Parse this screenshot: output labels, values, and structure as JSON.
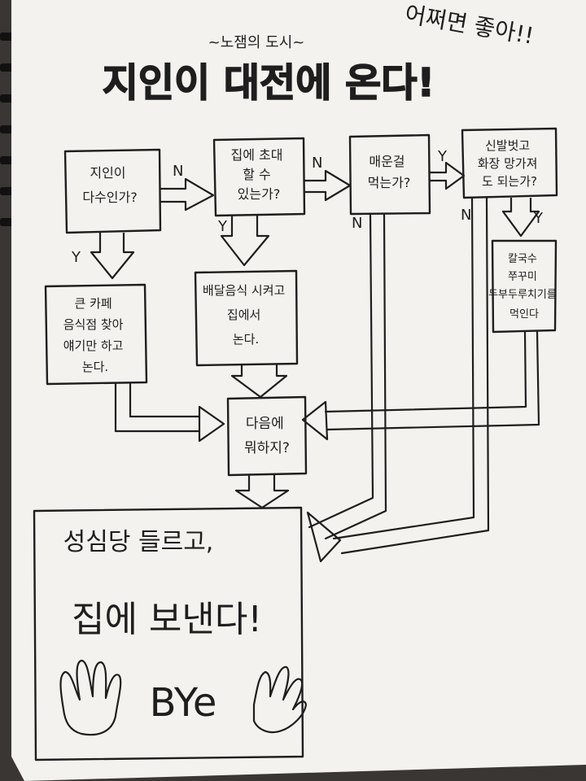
{
  "title": {
    "subtitle": "~노잼의 도시~",
    "main": "지인이 대전에 온다!",
    "exclaim": "어쩌면 좋아!!"
  },
  "nodes": {
    "q_many": "지인이 다수인가?",
    "q_invite": "집에 초대 할 수 있는가?",
    "q_spicy": "매운걸 먹는가?",
    "q_shoes": "신발벗고 화장 망가져도 되는가?",
    "a_cafe": [
      "큰 카페",
      "음식점 찾아",
      "얘기만 하고",
      "논다."
    ],
    "a_delivery": [
      "배달음식 시켜고",
      "집에서",
      "논다."
    ],
    "a_kalguksu": [
      "칼국수",
      "쭈꾸미",
      "두부두루치기를",
      "먹인다"
    ],
    "q_next": [
      "다음에",
      "뭐하지?"
    ],
    "final_1": "성심당 들르고,",
    "final_2": "집에 보낸다!",
    "final_bye": "BYe"
  },
  "edge_labels": {
    "no": "N",
    "yes": "Y"
  },
  "colors": {
    "paper": "#f4f2ee",
    "ink": "#1e1e1e",
    "background": "#3a3633"
  }
}
